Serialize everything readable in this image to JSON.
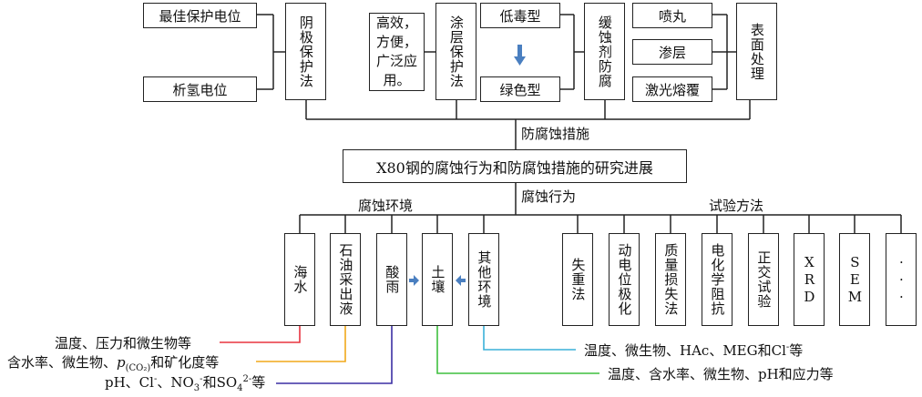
{
  "title": "X80钢的腐蚀行为和防腐蚀措施的研究进展",
  "protection": {
    "label": "防腐蚀措施",
    "cathodic": {
      "name": "阴极保护法",
      "items": [
        "最佳保护电位",
        "析氢电位"
      ]
    },
    "coating": {
      "name": "涂层保护法",
      "note": "高效，方便，广泛应用。"
    },
    "inhibitor": {
      "name": "缓蚀剂防腐",
      "from": "低毒型",
      "to": "绿色型"
    },
    "surface": {
      "name": "表面处理",
      "items": [
        "喷丸",
        "渗层",
        "激光熔覆"
      ]
    }
  },
  "behavior": {
    "label": "腐蚀行为",
    "env_label": "腐蚀环境",
    "method_label": "试验方法",
    "environments": [
      "海水",
      "石油采出液",
      "酸雨",
      "土壤",
      "其他环境"
    ],
    "methods": [
      "失重法",
      "动电位极化",
      "质量损失法",
      "电化学阻抗",
      "正交试验",
      "XRD",
      "SEM",
      "···"
    ]
  },
  "factors": {
    "seawater": "温度、压力和微生物等",
    "oil": {
      "pre": "含水率、微生物、",
      "p": "p",
      "sub": "(CO₂)",
      "post": "和矿化度等"
    },
    "acid_rain": {
      "a": "pH、Cl",
      "a_sup": "-",
      "b": "、NO",
      "b_sub": "3",
      "b_sup": "-",
      "c": "和SO",
      "c_sub": "4",
      "c_sup": "2-",
      "d": "等"
    },
    "other": {
      "pre": "温度、微生物、HAc、MEG和Cl",
      "sup": "-",
      "post": "等"
    },
    "soil": "温度、含水率、微生物、pH和应力等"
  },
  "colors": {
    "seawater": "#e8333f",
    "oil": "#f0a81a",
    "acid_rain": "#3b2fa3",
    "other": "#3ab0d8",
    "soil": "#3fbf3f",
    "arrow": "#4a7fc0"
  }
}
